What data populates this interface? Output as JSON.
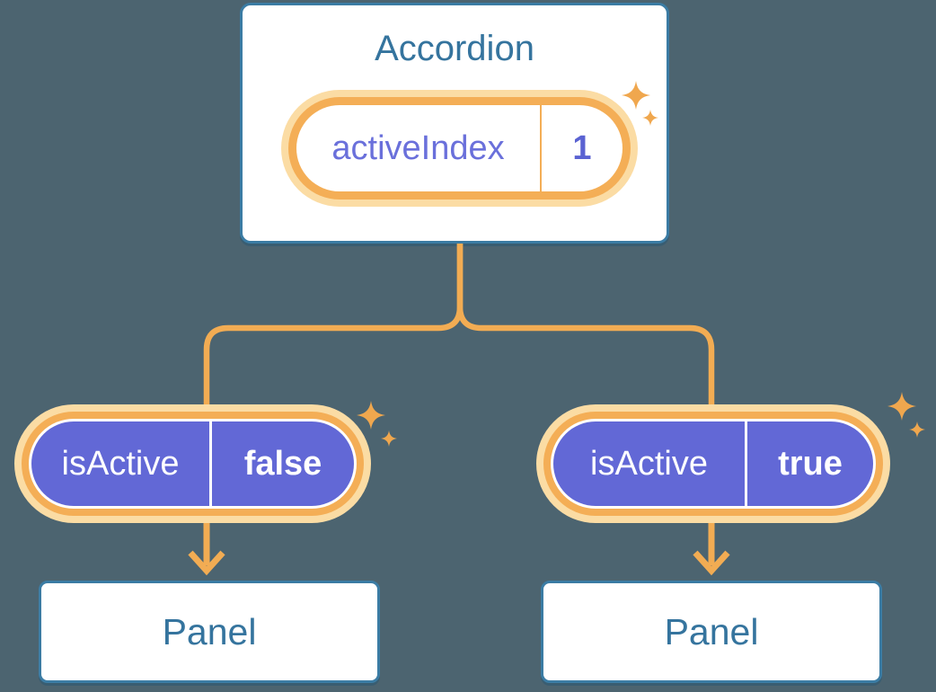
{
  "diagram_type": "react-component-tree",
  "colors": {
    "background": "#4C6470",
    "card_fill": "#FFFFFF",
    "card_border": "#3B7CA4",
    "card_text": "#35749E",
    "connector_orange": "#F2AC53",
    "pill_ring_orange": "#F4AE56",
    "pill_glow_orange": "#FBDCA4",
    "prop_pill_purple": "#6268D6",
    "state_text_purple": "#6A70DB",
    "state_value_purple": "#5A62D2",
    "prop_pill_text": "#FFFFFF"
  },
  "icons": {
    "sparkle": "four-point-star"
  },
  "tree": {
    "root": {
      "title": "Accordion",
      "prop": {
        "name": "activeIndex",
        "value": "1"
      }
    },
    "children": [
      {
        "prop": {
          "name": "isActive",
          "value": "false"
        },
        "panel": {
          "label": "Panel"
        }
      },
      {
        "prop": {
          "name": "isActive",
          "value": "true"
        },
        "panel": {
          "label": "Panel"
        }
      }
    ]
  }
}
